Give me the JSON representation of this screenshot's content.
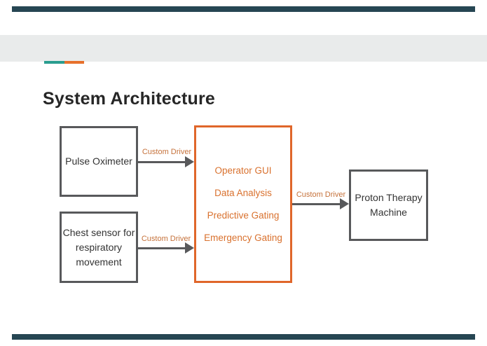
{
  "slide": {
    "title": "System Architecture"
  },
  "diagram": {
    "boxes": {
      "pulse": {
        "label": "Pulse Oximeter"
      },
      "chest": {
        "label": "Chest sensor for respiratory movement"
      },
      "central": {
        "items": [
          "Operator GUI",
          "Data Analysis",
          "Predictive Gating",
          "Emergency Gating"
        ]
      },
      "proton": {
        "label": "Proton Therapy Machine"
      }
    },
    "connectors": [
      {
        "label": "Custom Driver"
      },
      {
        "label": "Custom Driver"
      },
      {
        "label": "Custom Driver"
      }
    ]
  },
  "colors": {
    "accent_bar_dark_teal": "#264653",
    "accent_teal": "#2a9d8f",
    "accent_orange": "#e7702c",
    "header_band_gray": "#e9ebeb",
    "box_border_gray": "#58595b",
    "central_border_orange": "#e0662a",
    "module_text_orange": "#d9712e",
    "connector_label_orange": "#c5713a",
    "title_text": "#262626",
    "box_text": "#333333"
  }
}
